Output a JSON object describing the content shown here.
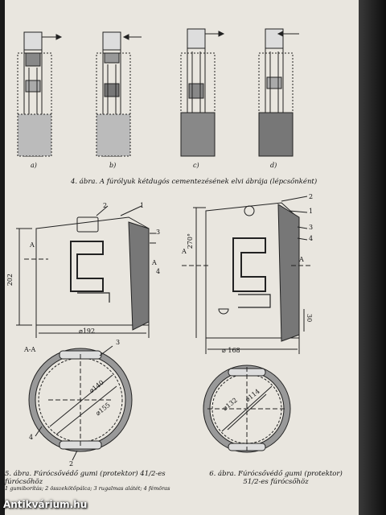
{
  "fig4": {
    "panels": [
      "a)",
      "b)",
      "c)",
      "d)"
    ],
    "caption": "4. ábra. A fúrólyuk kétdugós cementezésének elvi ábrája (lépcsőnként)"
  },
  "fig5": {
    "dims": {
      "d192": "⌀192",
      "h202": "202",
      "d140": "⌀140",
      "d155": "⌀155"
    },
    "section_mark": "A",
    "section_label": "A-A",
    "callouts": [
      "1",
      "2",
      "3",
      "4"
    ],
    "caption_title": "5. ábra. Fúrócsővédő gumi (protektor) 41/2-es fúrócsőhöz",
    "legend": "1 gumiborítás; 2 összekötőpálca; 3 rugalmas alátét; 4 fémöras"
  },
  "fig6": {
    "dims": {
      "d168": "⌀ 168",
      "h270": "270°",
      "d132": "⌀132",
      "d114": "⌀114",
      "d30": "30"
    },
    "section_mark": "A",
    "callouts": [
      "1",
      "2",
      "3",
      "4"
    ],
    "caption_title": "6. ábra. Fúrócsővédő gumi (protektor) 51/2-es fúrócsőhöz"
  },
  "watermark": "Antikvárium.hu"
}
